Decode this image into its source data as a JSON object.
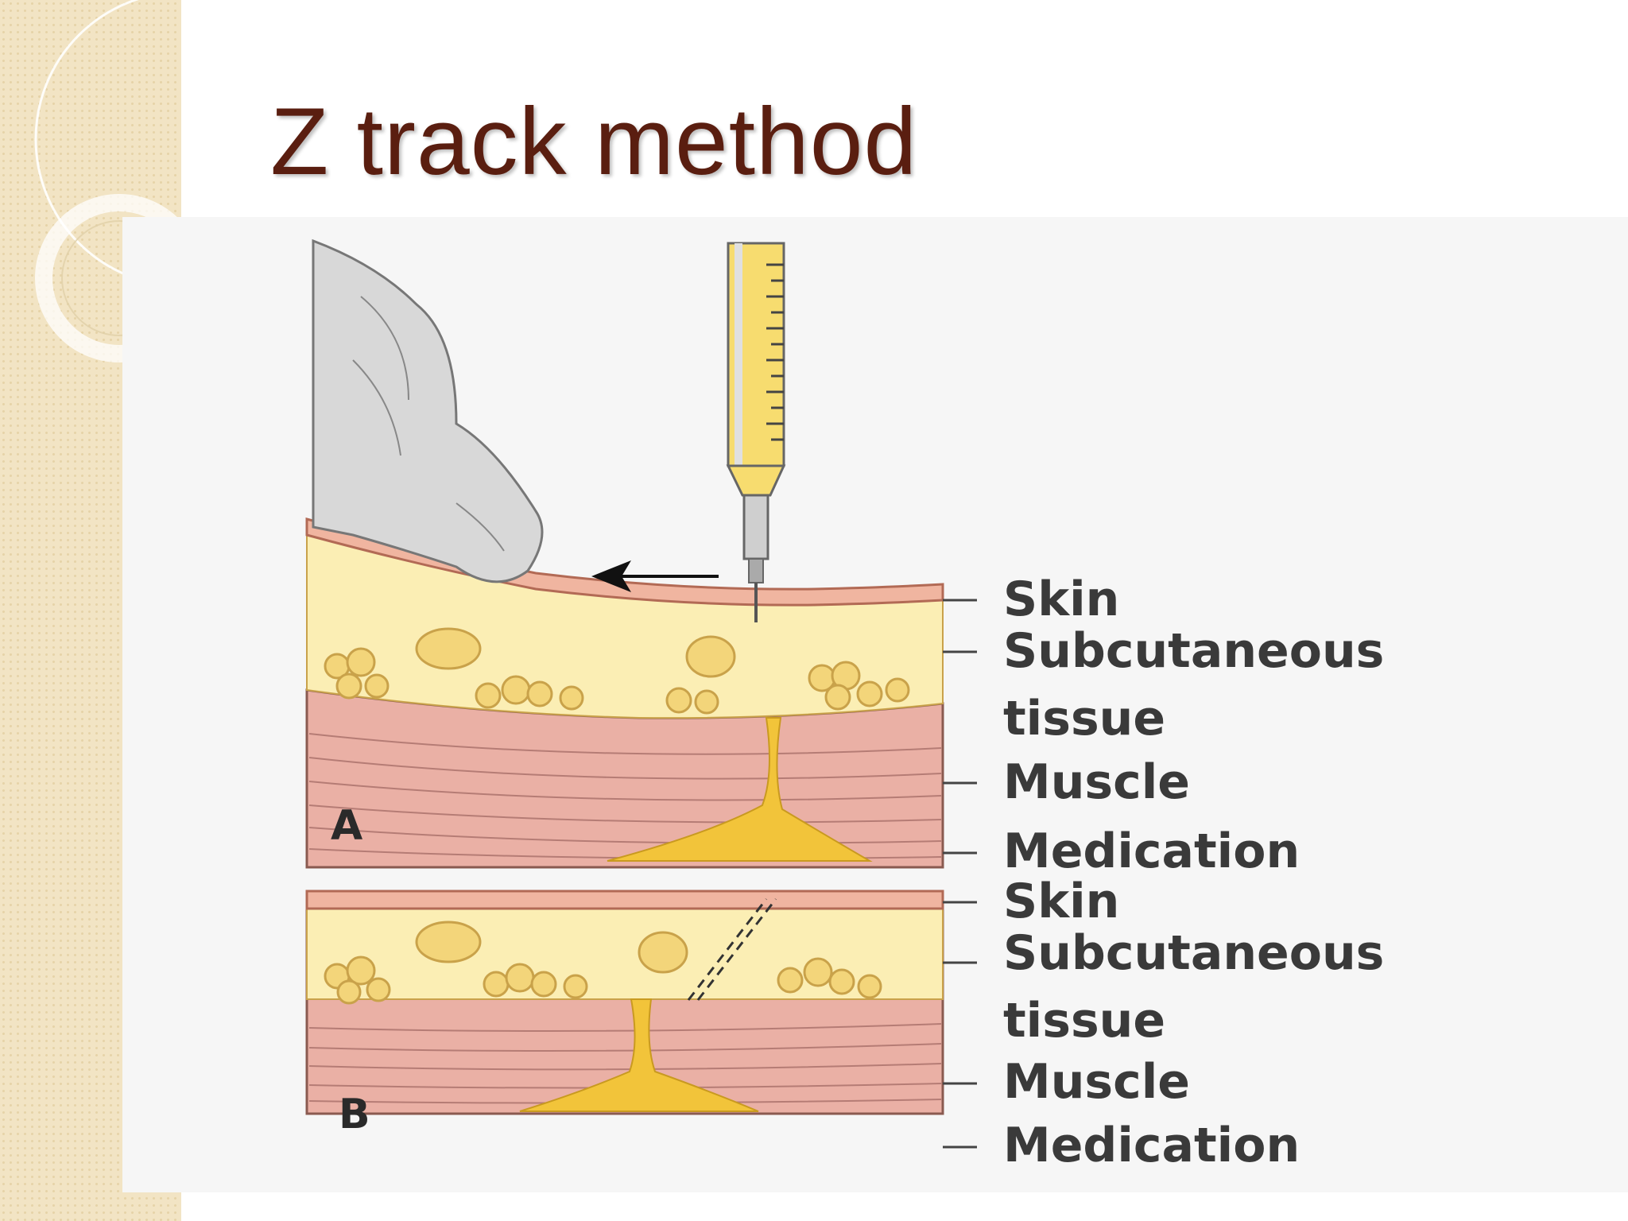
{
  "slide": {
    "title": "Z track method"
  },
  "diagram": {
    "panel_a": {
      "letter": "A",
      "labels": [
        "Skin",
        "Subcutaneous",
        "tissue",
        "Muscle",
        "Medication"
      ]
    },
    "panel_b": {
      "letter": "B",
      "labels": [
        "Skin",
        "Subcutaneous",
        "tissue",
        "Muscle",
        "Medication"
      ]
    }
  },
  "colors": {
    "title": "#5a1e10",
    "sidebar": "#f2e4c4",
    "skin": "#f0b5a0",
    "fat": "#fbeeb4",
    "fat_globule": "#f3d57a",
    "muscle": "#eab0a5",
    "medication": "#f2c43a"
  }
}
